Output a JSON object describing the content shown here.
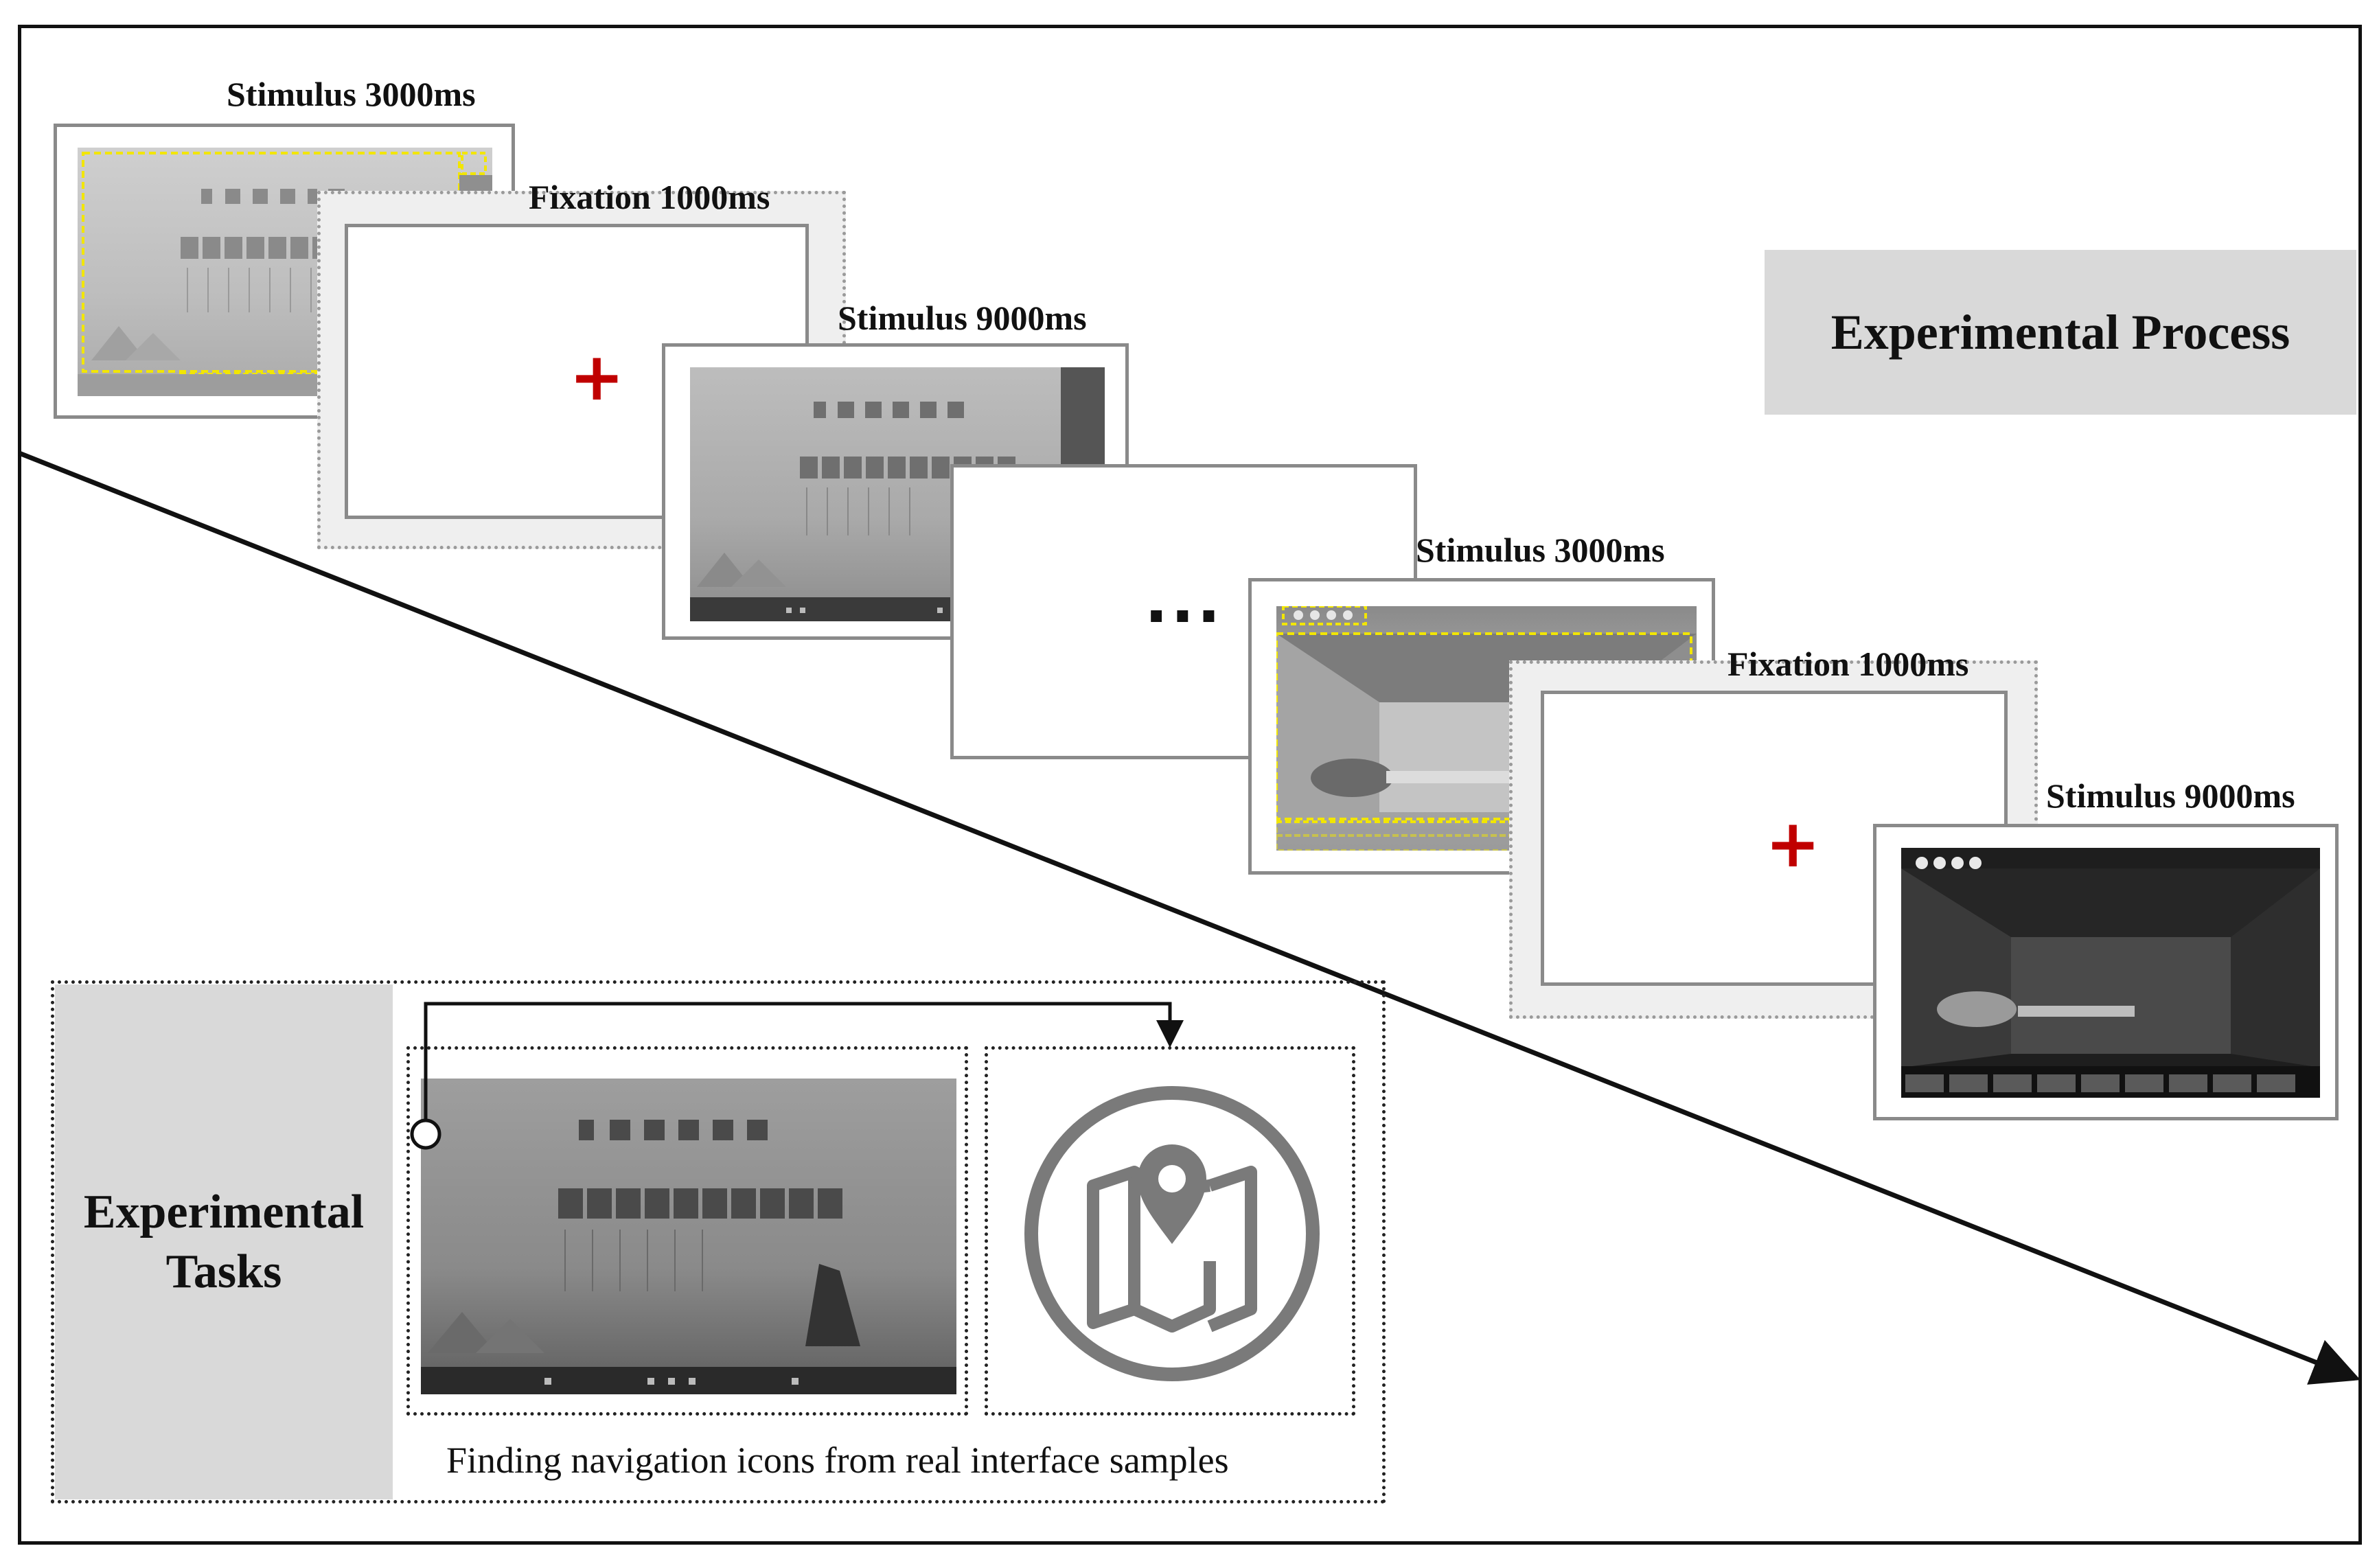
{
  "process": {
    "title": "Experimental Process",
    "steps": [
      {
        "label": "Stimulus 3000ms"
      },
      {
        "label": "Fixation 1000ms",
        "symbol": "+"
      },
      {
        "label": "Stimulus 9000ms"
      },
      {
        "symbol": "..."
      },
      {
        "label": "Stimulus 3000ms"
      },
      {
        "label": "Fixation 1000ms",
        "symbol": "+"
      },
      {
        "label": "Stimulus 9000ms"
      }
    ]
  },
  "tasks": {
    "title": "Experimental Tasks",
    "caption": "Finding navigation  icons from real interface samples",
    "target_icon": "map-pin-icon"
  },
  "colors": {
    "fixation_cross": "#c00000",
    "highlight_box": "#f2e600",
    "title_fill": "#d9d9d9",
    "frame_border": "#8a8a8a"
  }
}
